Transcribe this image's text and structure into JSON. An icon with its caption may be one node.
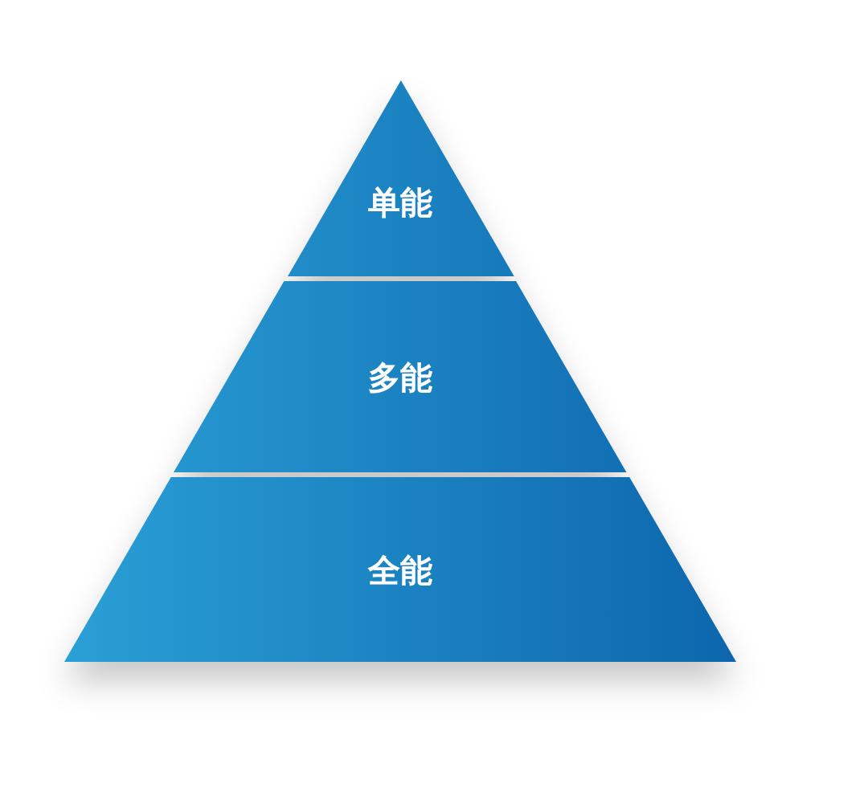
{
  "diagram": {
    "nodes": [
      {
        "text": [
          "单能"
        ]
      },
      {
        "text": [
          "多能"
        ]
      },
      {
        "text": [
          "全能"
        ]
      }
    ]
  }
}
